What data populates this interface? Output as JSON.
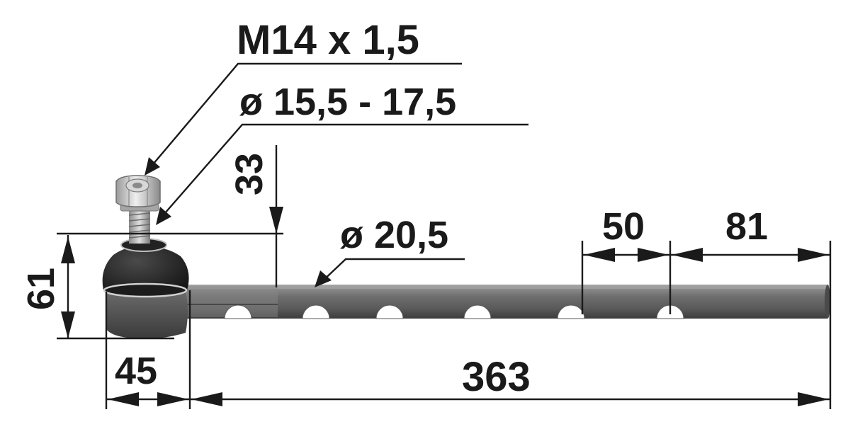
{
  "dimensions": {
    "thread": "M14 x 1,5",
    "taper_diameter": "ø 15,5 - 17,5",
    "stud_height": "33",
    "tube_diameter": "ø 20,5",
    "hole_spacing": "50",
    "end_length": "81",
    "head_height": "61",
    "head_length": "45",
    "total_length": "363"
  },
  "colors": {
    "ink": "#1a1a1a",
    "tube": "#7a7a7a",
    "head": "#2b2b2b",
    "nut": "#c9c9c9"
  },
  "holes_count": 6
}
